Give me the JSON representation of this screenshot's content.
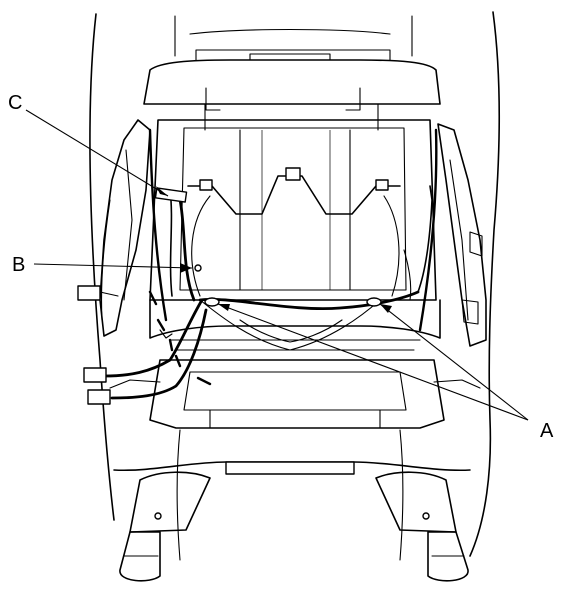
{
  "callouts": {
    "c": {
      "label": "C"
    },
    "b": {
      "label": "B"
    },
    "a": {
      "label": "A"
    }
  }
}
